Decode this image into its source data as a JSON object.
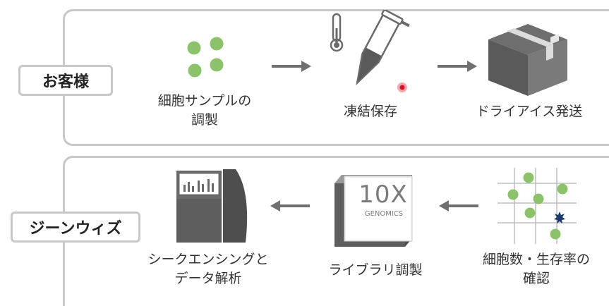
{
  "customer": {
    "tag": "お客様",
    "steps": [
      {
        "label_line1": "細胞サンプルの",
        "label_line2": "調製",
        "icon": "cells-icon"
      },
      {
        "label": "凍結保存",
        "icon": "thermometer-tube-icon"
      },
      {
        "label": "ドライアイス発送",
        "icon": "box-icon"
      }
    ]
  },
  "genewiz": {
    "tag": "ジーンウィズ",
    "steps": [
      {
        "label_line1": "細胞数・生存率の",
        "label_line2": "確認",
        "icon": "cell-grid-icon"
      },
      {
        "label": "ライブラリ調製",
        "icon": "10x-instrument-icon",
        "device_text_line1": "10X",
        "device_text_line2": "GENOMICS"
      },
      {
        "label_line1": "シークエンシングと",
        "label_line2": "データ解析",
        "icon": "sequencer-icon"
      }
    ]
  },
  "colors": {
    "border": "#c8c8c8",
    "cell_green": "#8cc26a",
    "arrow": "#707070",
    "device_dark": "#5e5e5e",
    "dead_cell_blue": "#1a3a6e",
    "red_dot": "#d8142a"
  }
}
